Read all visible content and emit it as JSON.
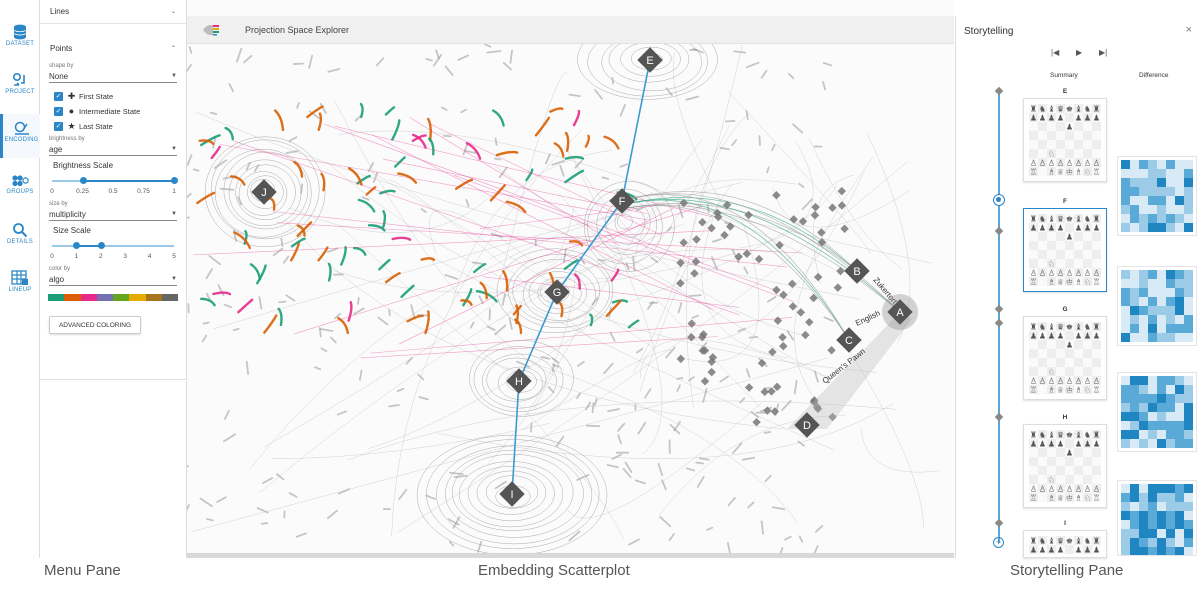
{
  "rail": [
    {
      "label": "DATASET",
      "icon": "database-icon"
    },
    {
      "label": "PROJECT",
      "icon": "project-icon"
    },
    {
      "label": "ENCODING",
      "icon": "encoding-icon"
    },
    {
      "label": "GROUPS",
      "icon": "groups-icon"
    },
    {
      "label": "DETAILS",
      "icon": "details-icon"
    },
    {
      "label": "LINEUP",
      "icon": "lineup-icon"
    }
  ],
  "menu": {
    "lines_label": "Lines",
    "points_label": "Points",
    "shape_by_label": "shape by",
    "shape_by_value": "None",
    "checks": [
      {
        "symbol": "✚",
        "label": "First State"
      },
      {
        "symbol": "●",
        "label": "Intermediate State"
      },
      {
        "symbol": "★",
        "label": "Last State"
      }
    ],
    "brightness_by_label": "brightness by",
    "brightness_by_value": "age",
    "brightness_scale_label": "Brightness Scale",
    "brightness_ticks": [
      "0",
      "0.25",
      "0.5",
      "0.75",
      "1"
    ],
    "brightness_range": [
      0.25,
      1
    ],
    "size_by_label": "size by",
    "size_by_value": "multiplicity",
    "size_scale_label": "Size Scale",
    "size_ticks": [
      "0",
      "1",
      "2",
      "3",
      "4",
      "5"
    ],
    "size_range": [
      1,
      2
    ],
    "color_by_label": "color by",
    "color_by_value": "algo",
    "palette": [
      "#1b9e77",
      "#d95f02",
      "#e7298a",
      "#7570b3",
      "#66a61e",
      "#e6ab02",
      "#a6761d",
      "#666666"
    ],
    "advanced_button": "ADVANCED COLORING"
  },
  "scatter": {
    "title": "Projection Space Explorer",
    "nodes": [
      "A",
      "B",
      "C",
      "D",
      "E",
      "F",
      "G",
      "H",
      "I",
      "J"
    ],
    "edge_labels": [
      "Zukertort",
      "English",
      "Queen's Pawn"
    ]
  },
  "story": {
    "title": "Storytelling",
    "close": "×",
    "playback": [
      "|◀",
      "▶",
      "▶|"
    ],
    "summary_label": "Summary",
    "difference_label": "Difference",
    "states": [
      "E",
      "F",
      "G",
      "H",
      "I"
    ],
    "add": "+"
  },
  "footer": {
    "menu": "Menu Pane",
    "scatter": "Embedding Scatterplot",
    "story": "Storytelling Pane"
  }
}
